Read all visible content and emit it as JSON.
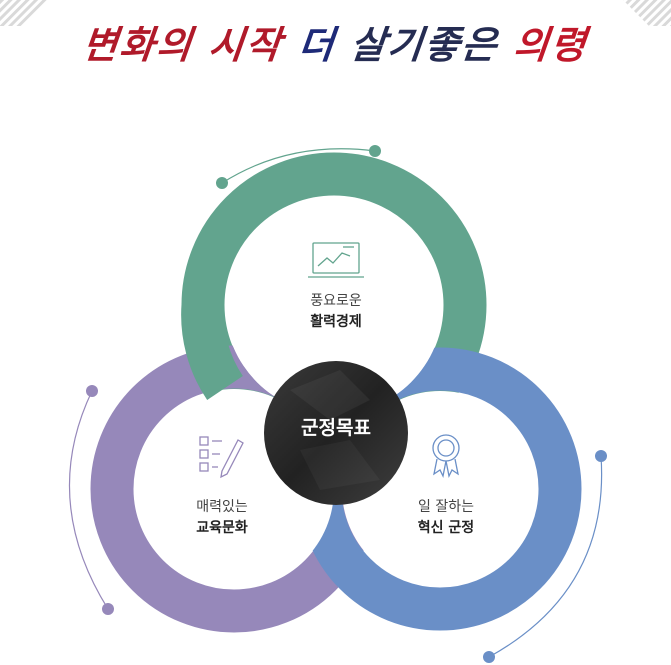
{
  "slogan": {
    "part1": "변화의 시작",
    "part2": "더",
    "part3": "살기좋은",
    "part4": "의령"
  },
  "center": {
    "label": "군정목표"
  },
  "goals": [
    {
      "sub": "풍요로운",
      "main": "활력경제",
      "icon": "chart-monitor-icon",
      "color": "#62a48e"
    },
    {
      "sub": "매력있는",
      "main": "교육문화",
      "icon": "checklist-pencil-icon",
      "color": "#9688ba"
    },
    {
      "sub": "일 잘하는",
      "main": "혁신 군정",
      "icon": "award-badge-icon",
      "color": "#6a8fc7"
    }
  ]
}
